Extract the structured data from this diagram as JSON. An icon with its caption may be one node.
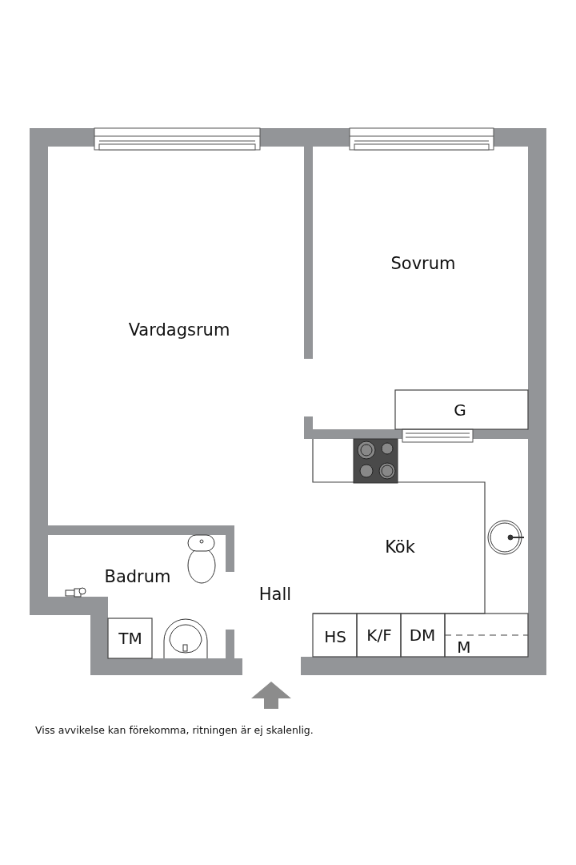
{
  "diagram": {
    "caption": "Viss avvikelse kan förekomma, ritningen är ej skalenlig.",
    "labels": [
      "Sovrum",
      "Vardagsrum",
      "G",
      "Kök",
      "Badrum",
      "Hall",
      "TM",
      "HS",
      "K/F",
      "DM",
      "M"
    ]
  }
}
